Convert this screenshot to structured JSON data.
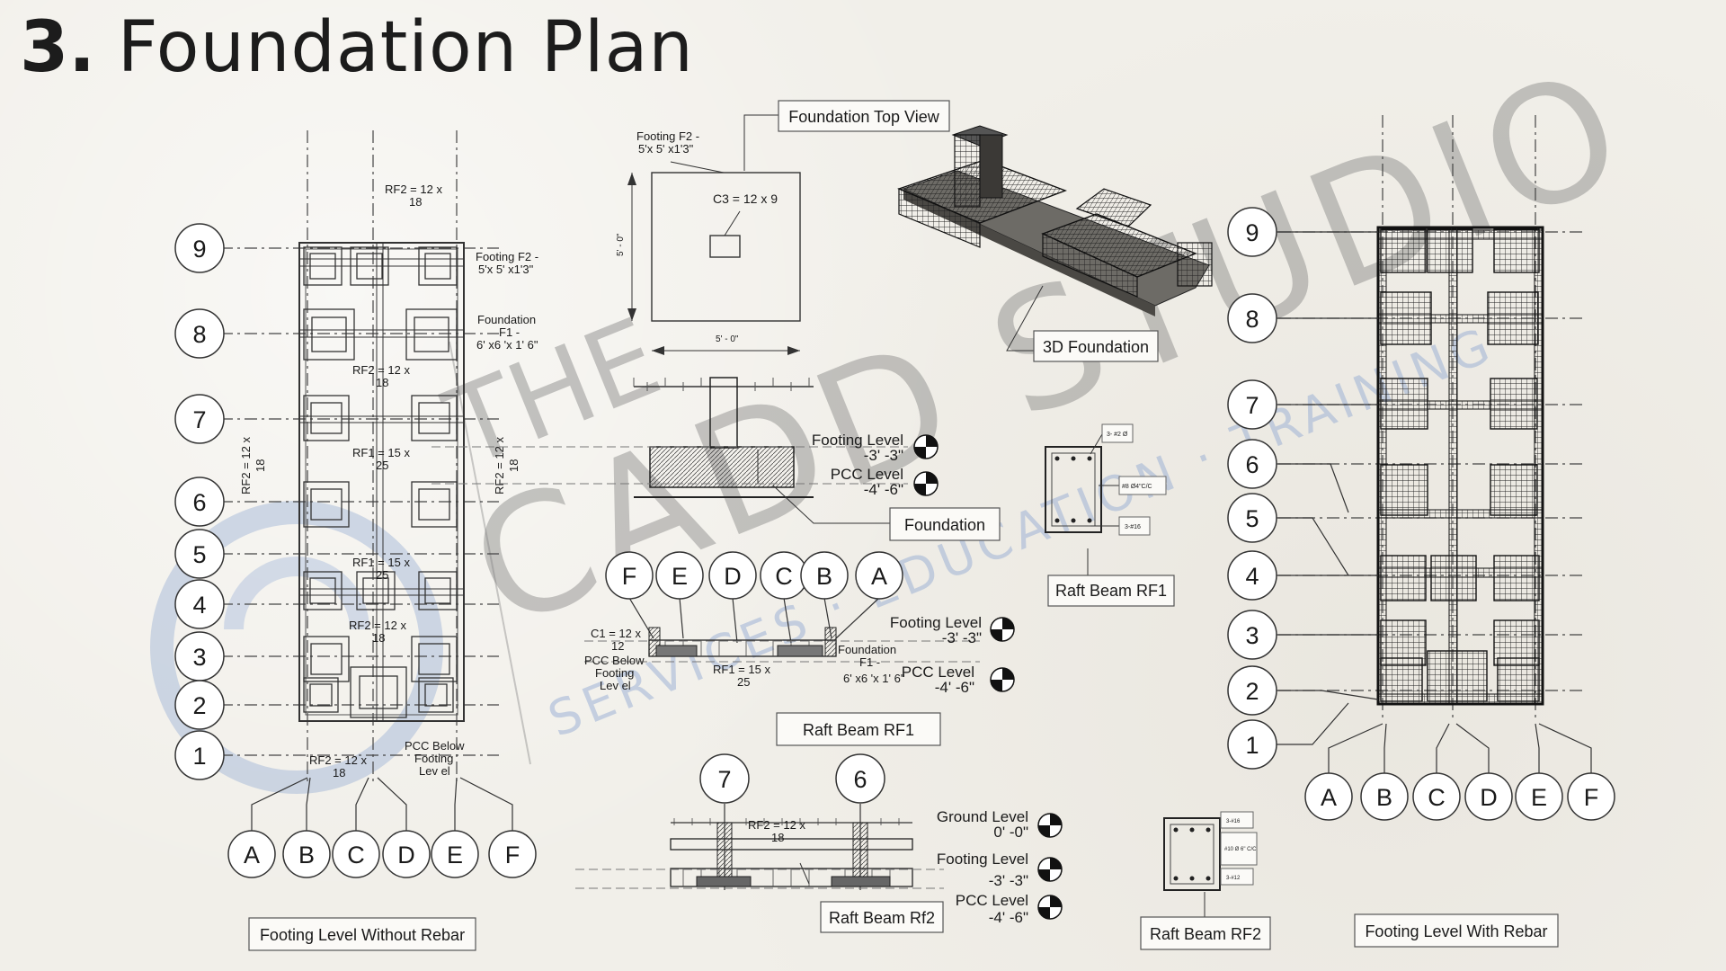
{
  "title": {
    "number": "3.",
    "text": "Foundation Plan"
  },
  "watermark": {
    "line1": "THE",
    "line2": "CADD STUDIO",
    "line3": "SERVICES · EDUCATION · TRAINING"
  },
  "left_plan": {
    "caption": "Footing Level Without Rebar",
    "grid_rows": [
      "9",
      "8",
      "7",
      "6",
      "5",
      "4",
      "3",
      "2",
      "1"
    ],
    "grid_cols": [
      "A",
      "B",
      "C",
      "D",
      "E",
      "F"
    ],
    "labels": {
      "rf2_top_a": "RF2 = 12 x",
      "rf2_top_b": "18",
      "footing_f2_a": "Footing F2 -",
      "footing_f2_b": "5'x 5' x1'3\"",
      "foundation_f1_a": "Foundation",
      "foundation_f1_b": "F1 -",
      "foundation_f1_c": "6' x6 'x 1' 6\"",
      "rf2_mid_a": "RF2 = 12 x",
      "rf2_mid_b": "18",
      "rf1_a": "RF1 = 15 x",
      "rf1_b": "25",
      "rf1_c": "RF1 = 15 x",
      "rf1_d": "25",
      "rf2_low_a": "RF2 = 12 x",
      "rf2_low_b": "18",
      "rf2_left": "RF2 = 12 x",
      "rf2_left_b": "18",
      "rf2_right": "RF2 = 12 x",
      "rf2_right_b": "18",
      "rf2_bottom_a": "RF2 = 12 x",
      "rf2_bottom_b": "18",
      "pcc_a": "PCC Below",
      "pcc_b": "Footing",
      "pcc_c": "Lev el"
    }
  },
  "top_view": {
    "caption": "Foundation Top View",
    "footing_a": "Footing F2 -",
    "footing_b": "5'x 5' x1'3\"",
    "column": "C3 = 12 x 9",
    "dim_width": "5' - 0\"",
    "dim_height": "5' - 0\""
  },
  "foundation_3d": {
    "caption": "3D Foundation"
  },
  "section_foundation": {
    "caption": "Foundation",
    "footing_level": "Footing Level",
    "footing_value": "-3' -3\"",
    "pcc_level": "PCC Level",
    "pcc_value": "-4' -6\""
  },
  "raft_beam_rf1_detail": {
    "caption": "Raft Beam RF1",
    "tag1": "3- #2 Ø",
    "tag2": "#8 Ø4\"C/C",
    "tag3": "3-#16"
  },
  "raft_beam_rf1_section": {
    "caption": "Raft Beam RF1",
    "grid": [
      "F",
      "E",
      "D",
      "C",
      "B",
      "A"
    ],
    "c1_a": "C1 = 12 x",
    "c1_b": "12",
    "pcc_a": "PCC Below",
    "pcc_b": "Footing",
    "pcc_c": "Lev el",
    "rf1_a": "RF1 = 15 x",
    "rf1_b": "25",
    "fnd_a": "Foundation",
    "fnd_b": "F1 -",
    "fnd_c": "6' x6 'x 1' 6\"",
    "footing_level": "Footing Level",
    "footing_value": "-3' -3\"",
    "pcc_level": "PCC Level",
    "pcc_value": "-4' -6\""
  },
  "raft_beam_rf2_section": {
    "caption": "Raft Beam Rf2",
    "grid": [
      "7",
      "6"
    ],
    "rf2_a": "RF2 = 12 x",
    "rf2_b": "18",
    "ground_level": "Ground Level",
    "ground_value": "0' -0\"",
    "footing_level": "Footing Level",
    "footing_value": "-3' -3\"",
    "pcc_level": "PCC Level",
    "pcc_value": "-4' -6\""
  },
  "raft_beam_rf2_detail": {
    "caption": "Raft Beam RF2",
    "tag1": "3-#16",
    "tag2": "#10 Ø 6\" C/C",
    "tag3": "3-#12"
  },
  "right_plan": {
    "caption": "Footing Level With Rebar",
    "grid_rows": [
      "9",
      "8",
      "7",
      "6",
      "5",
      "4",
      "3",
      "2",
      "1"
    ],
    "grid_cols": [
      "A",
      "B",
      "C",
      "D",
      "E",
      "F"
    ]
  }
}
